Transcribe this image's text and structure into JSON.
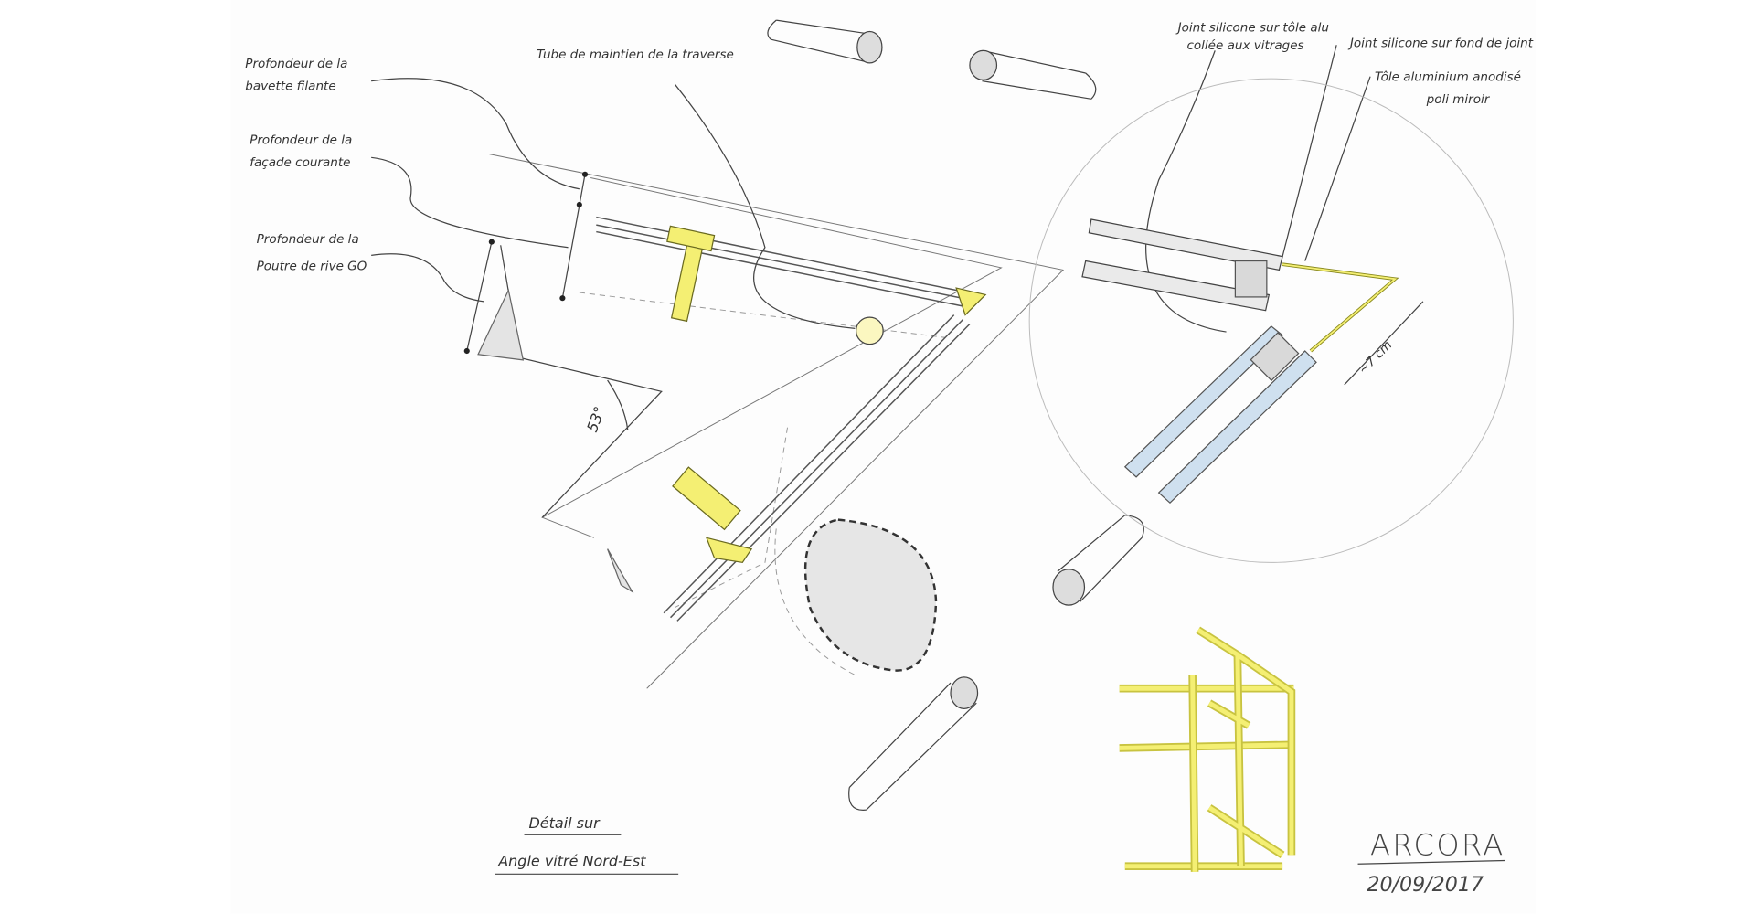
{
  "labels": {
    "bavette": {
      "line1": "Profondeur de la",
      "line2": "bavette filante"
    },
    "facade": {
      "line1": "Profondeur de la",
      "line2": "façade courante"
    },
    "poutre": {
      "line1": "Profondeur de la",
      "line2": "Poutre de rive GO"
    },
    "tube": "Tube de maintien de la traverse",
    "joint_tole": {
      "line1": "Joint silicone sur tôle alu",
      "line2": "collée aux vitrages"
    },
    "joint_fond": "Joint silicone sur fond de joint",
    "tole_alu": {
      "line1": "Tôle aluminium anodisé",
      "line2": "poli miroir"
    },
    "angle": "53°",
    "dimension": "~7 cm"
  },
  "title": {
    "line1": "Détail sur",
    "line2": "Angle vitré Nord-Est"
  },
  "signature": {
    "name": "ARCORA",
    "date": "20/09/2017"
  },
  "colors": {
    "accent_yellow": "#f4ef73",
    "glass_blue": "#cfe0ef",
    "ink": "#444444"
  }
}
